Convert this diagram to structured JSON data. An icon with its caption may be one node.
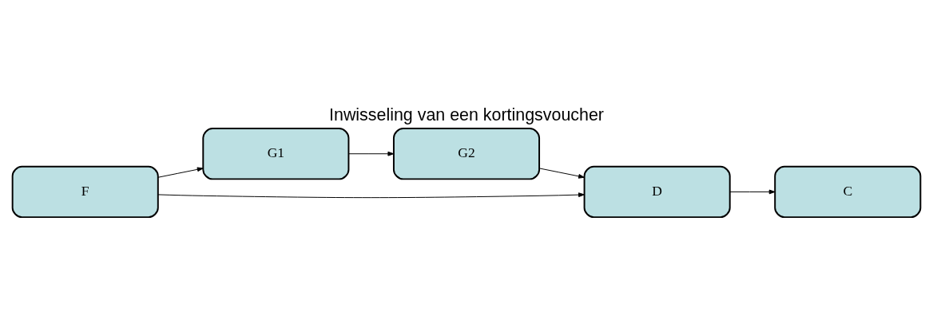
{
  "diagram": {
    "title": "Inwisseling van een kortingsvoucher",
    "nodes": [
      {
        "text": [
          "G1"
        ]
      },
      {
        "text": [
          "G2"
        ]
      },
      {
        "text": [
          "D"
        ]
      },
      {
        "text": [
          "F"
        ]
      },
      {
        "text": [
          "C"
        ]
      }
    ],
    "edges": [
      {
        "from": 0,
        "to": 1,
        "arrow": "to"
      },
      {
        "from": 1,
        "to": 2,
        "arrow": "to"
      },
      {
        "from": 3,
        "to": 0,
        "arrow": "to"
      },
      {
        "from": 3,
        "to": 2,
        "arrow": "to"
      },
      {
        "from": 2,
        "to": 4,
        "arrow": "to"
      }
    ]
  }
}
